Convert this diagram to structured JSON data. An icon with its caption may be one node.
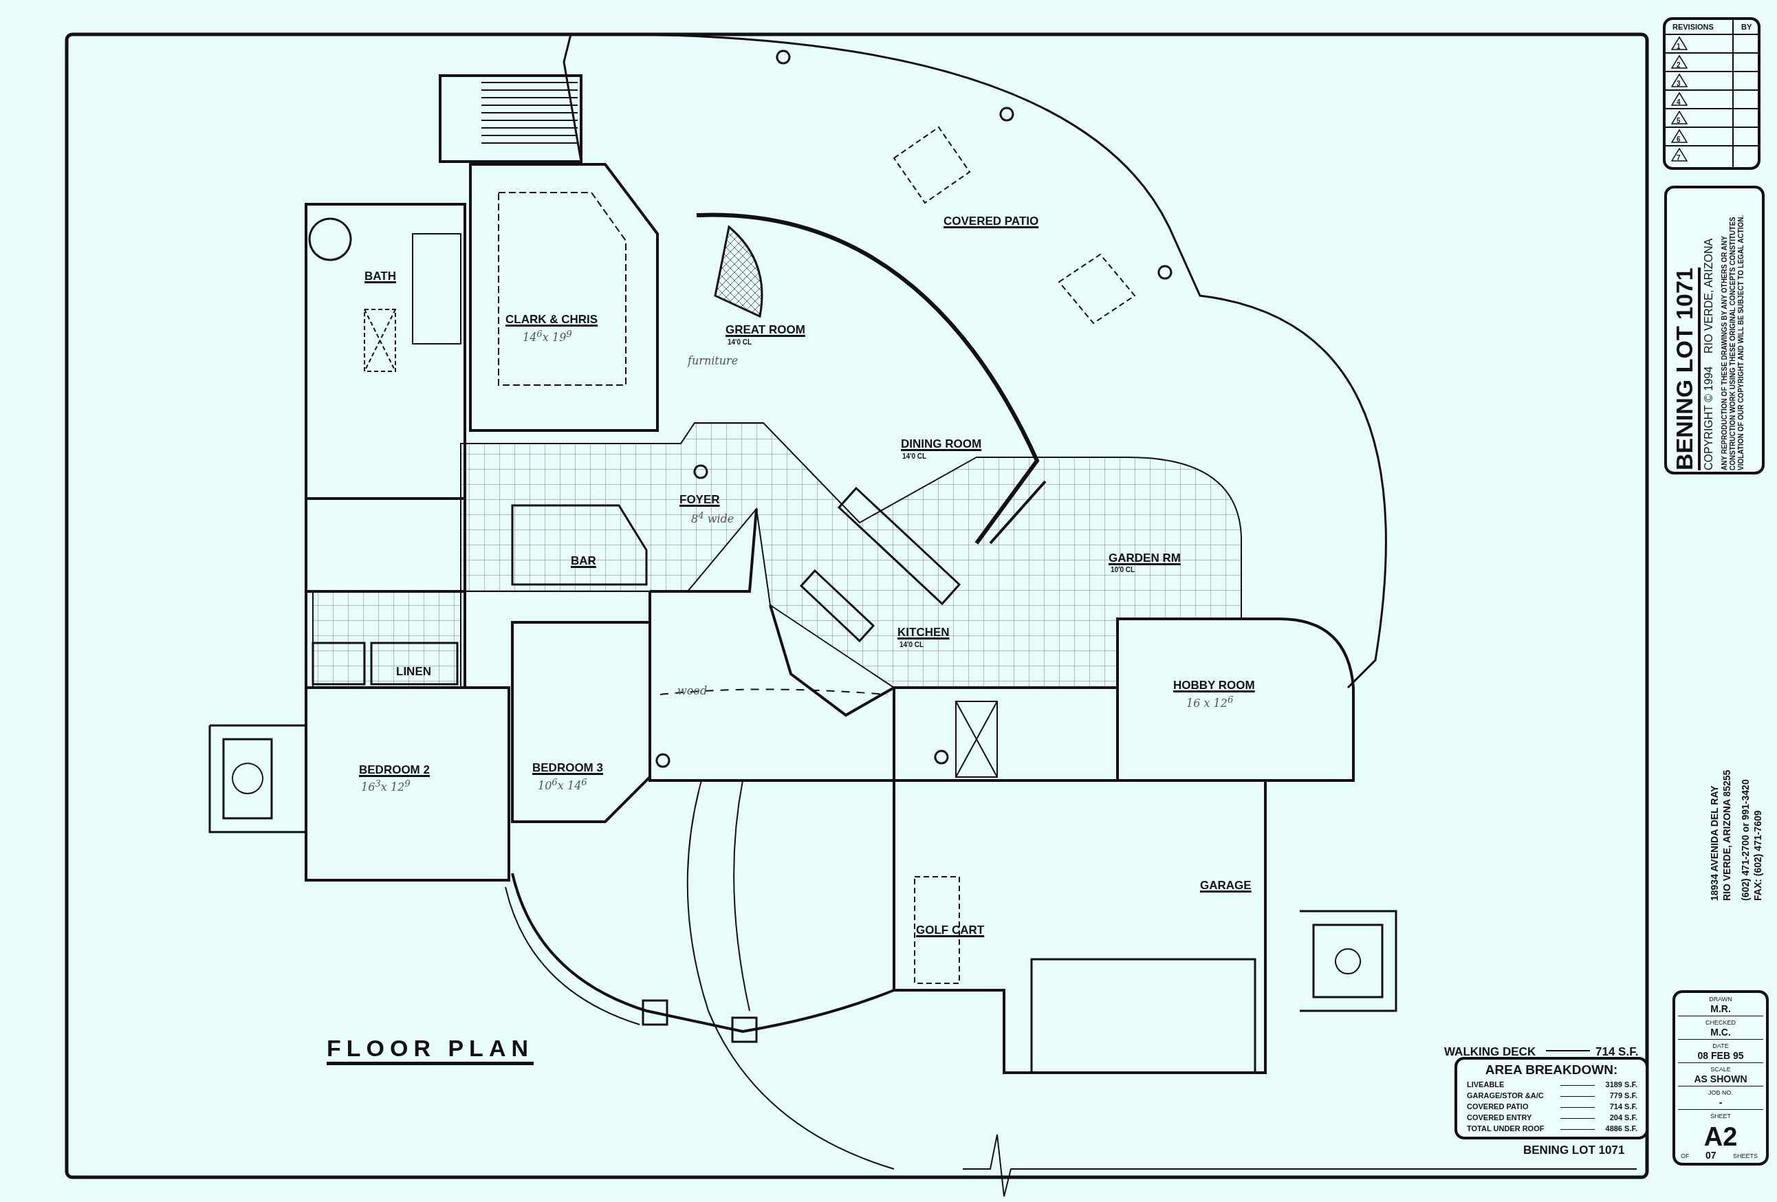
{
  "diagram": {
    "title": "FLOOR PLAN",
    "nodes": [
      {
        "text": [
          "REVISIONS",
          "BY",
          "1",
          "2",
          "3",
          "4",
          "5",
          "6",
          "7"
        ]
      },
      {
        "text": [
          "BENING LOT 1071",
          "COPYRIGHT © 1994",
          "RIO VERDE, ARIZONA",
          "ANY REPRODUCTION OF THESE DRAWINGS BY ANY OTHERS OR ANY CONSTRUCTION WORK USING THESE ORIGINAL CONCEPTS CONSTITUTES VIOLATION OF OUR COPYRIGHT AND WILL BE SUBJECT TO LEGAL ACTION."
        ]
      },
      {
        "text": [
          "DRAWN",
          "M.R.",
          "CHECKED",
          "M.C.",
          "DATE",
          "08 FEB 95",
          "SCALE",
          "AS SHOWN",
          "JOB NO.",
          "-",
          "SHEET",
          "A2",
          "OF",
          "07",
          "SHEETS"
        ]
      },
      {
        "text": [
          "AREA BREAKDOWN:",
          "LIVEABLE",
          "3189 S.F.",
          "GARAGE/STOR &A/C",
          "779 S.F.",
          "COVERED PATIO",
          "714 S.F.",
          "COVERED ENTRY",
          "204 S.F.",
          "TOTAL UNDER ROOF",
          "4886 S.F."
        ]
      }
    ],
    "labels": [
      "BATH",
      "CLARK & CHRIS",
      "14$^{6}$x 19$^{9}$",
      "COVERED PATIO",
      "GREAT ROOM",
      "14'0 CL",
      "furniture",
      "DINING ROOM",
      "14'0 CL",
      "FOYER",
      "8$^{4}$ wide",
      "BAR",
      "GARDEN RM",
      "10'0 CL",
      "KITCHEN",
      "14'0 CL",
      "HOBBY ROOM",
      "16 x 12$^{6}$",
      "LINEN",
      "wood",
      "BEDROOM 2",
      "16$^{3}$x 12$^{9}$",
      "BEDROOM 3",
      "10$^{6}$x 14$^{6}$",
      "GARAGE",
      "GOLF CART",
      "WALKING DECK",
      "714 S.F.",
      "BENING LOT 1071",
      "18934 AVENIDA DEL RAY",
      "RIO VERDE, ARIZONA 85255",
      "(602) 471-2700 or 991-3420",
      "FAX: (602) 471-7609"
    ]
  }
}
